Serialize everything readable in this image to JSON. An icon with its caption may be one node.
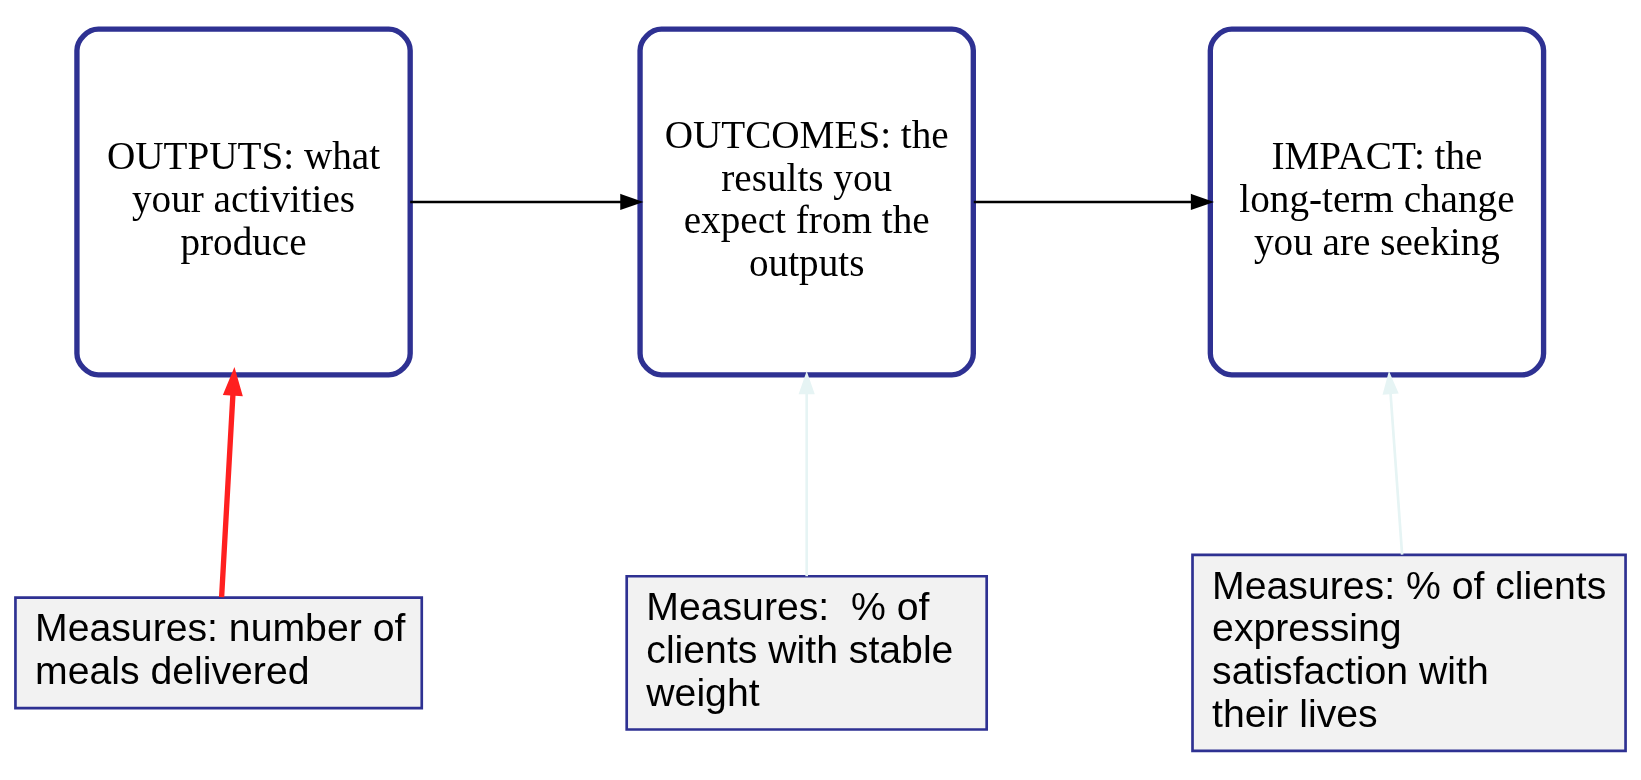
{
  "diagram": {
    "nodes": [
      {
        "text": [
          "OUTPUTS: what your activities produce"
        ]
      },
      {
        "text": [
          "OUTCOMES: the results you expect from the outputs"
        ]
      },
      {
        "text": [
          "IMPACT: the long-term change you are seeking"
        ]
      },
      {
        "text": [
          "Measures: number of meals delivered"
        ]
      },
      {
        "text": [
          "Measures:  % of clients with stable weight"
        ]
      },
      {
        "text": [
          "Measures: % of clients expressing satisfaction with their lives"
        ]
      }
    ],
    "edges": [
      {
        "from": 0,
        "to": 1,
        "arrow": "to"
      },
      {
        "from": 1,
        "to": 2,
        "arrow": "to"
      },
      {
        "from": 3,
        "to": 0,
        "arrow": "to",
        "style": "thick",
        "color": "#ff2020"
      },
      {
        "from": 4,
        "to": 1,
        "arrow": "to",
        "color": "#e6f4f4"
      },
      {
        "from": 5,
        "to": 2,
        "arrow": "to",
        "color": "#e6f4f4"
      }
    ]
  }
}
